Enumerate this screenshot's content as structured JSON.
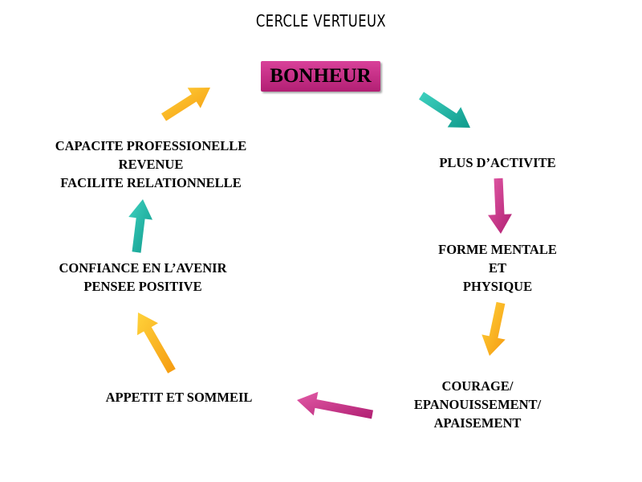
{
  "title": "CERCLE VERTUEUX",
  "center": "BONHEUR",
  "nodes": {
    "capacite": [
      "CAPACITE PROFESSIONELLE",
      "REVENUE",
      "FACILITE RELATIONNELLE"
    ],
    "activite": [
      "PLUS D’ACTIVITE"
    ],
    "forme": [
      "FORME MENTALE",
      "ET",
      "PHYSIQUE"
    ],
    "courage": [
      "COURAGE/",
      "EPANOUISSEMENT/",
      "APAISEMENT"
    ],
    "appetit": [
      "APPETIT ET SOMMEIL"
    ],
    "confiance": [
      "CONFIANCE EN L’AVENIR",
      "PENSEE POSITIVE"
    ]
  },
  "colors": {
    "teal": "#1fb5a5",
    "magenta": "#c8338a",
    "orange": "#f7b21c",
    "box": "#c42c84"
  },
  "arrows": [
    {
      "from": "capacite",
      "to": "center",
      "color": "orange"
    },
    {
      "from": "center",
      "to": "activite",
      "color": "teal"
    },
    {
      "from": "activite",
      "to": "forme",
      "color": "magenta"
    },
    {
      "from": "forme",
      "to": "courage",
      "color": "orange"
    },
    {
      "from": "courage",
      "to": "appetit",
      "color": "magenta"
    },
    {
      "from": "appetit",
      "to": "confiance",
      "color": "orange"
    },
    {
      "from": "confiance",
      "to": "capacite",
      "color": "teal"
    }
  ]
}
